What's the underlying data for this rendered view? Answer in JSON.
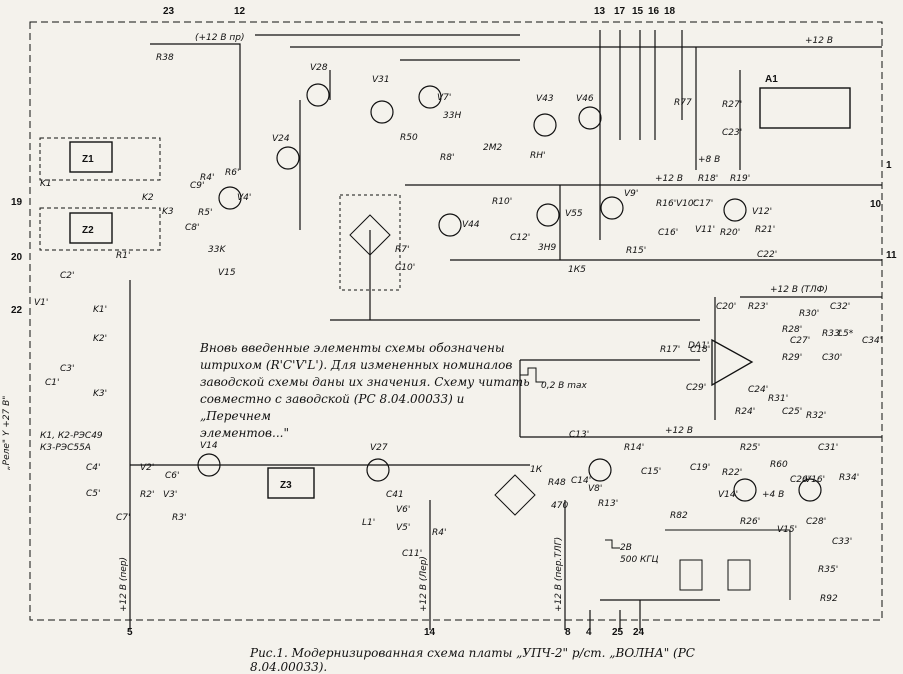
{
  "note": {
    "line1": "Вновь введенные элементы схемы обозначены",
    "line2": "штрихом (R'C'V'L').  Для измененных номиналов",
    "line3": "заводской схемы даны их значения. Схему читать",
    "line4": "совместно с заводской  (РС 8.04.00033) и „Перечнем",
    "line5": "элементов...\""
  },
  "caption": "Рис.1. Модернизированная схема платы „УПЧ-2\" р/ст. „ВОЛНА\" (РС 8.04.00033).",
  "legend": {
    "line1": "К1, К2-РЭС49",
    "line2": "К3-РЭС55А"
  },
  "relay_label": "„Реле\"  Y +27 В\"",
  "pins_top": [
    "23",
    "12",
    "13",
    "17",
    "15",
    "16",
    "18"
  ],
  "pins_left": [
    "19",
    "20",
    "22"
  ],
  "pins_right": [
    "1",
    "10",
    "11"
  ],
  "pins_bottom": [
    "5",
    "14",
    "8",
    "4",
    "25",
    "24"
  ],
  "supply_labels": {
    "top": "+12 В",
    "r38_supply": "(+12 В пр)",
    "mid": "+12 В",
    "plus8": "+8 В",
    "tlf": "+12 В (ТЛФ)",
    "lower": "+12 В",
    "v14b": "+4 В",
    "bus5": "+12 В (пер)",
    "bus14": "+12 В (Лер)",
    "bus8": "+12 В (пер.ТЛГ)"
  },
  "blocks": [
    "Z1",
    "Z2",
    "Z3",
    "A1",
    "DA1'"
  ],
  "transistors": [
    "V28",
    "V31",
    "V7'",
    "V43",
    "V46",
    "V24",
    "V4'",
    "V9'",
    "V44",
    "V55",
    "V12'",
    "V14",
    "V27",
    "V8'",
    "V14'",
    "V16'"
  ],
  "components": [
    "R38",
    "R4'",
    "R6'",
    "R5'",
    "C8'",
    "C9'",
    "33K",
    "V15",
    "R50",
    "33Н",
    "R8'",
    "2М2",
    "RН'",
    "R77",
    "R27'",
    "C23'",
    "R7'",
    "C10'",
    "R10'",
    "C12'",
    "3Н9",
    "1К5",
    "R16'",
    "V10'",
    "C17'",
    "C16'",
    "V11'",
    "R15'",
    "R20'",
    "R21'",
    "C22'",
    "R18'",
    "R19'",
    "C20'",
    "R23'",
    "R28'",
    "R30'",
    "C32'",
    "C27'",
    "R33'",
    "L5*",
    "C34'",
    "R29'",
    "C30'",
    "R17'",
    "C18'",
    "C29'",
    "C24'",
    "R31'",
    "R24'",
    "C25'",
    "R32'",
    "C13'",
    "R14'",
    "C14'",
    "C15'",
    "R48",
    "470",
    "R13'",
    "1К",
    "R25'",
    "C31'",
    "C19'",
    "R22'",
    "R60",
    "C26'",
    "R34'",
    "R26'",
    "V15'",
    "C28'",
    "C33'",
    "R82",
    "R35'",
    "R92",
    "C2'",
    "V1'",
    "K1'",
    "K2'",
    "C3'",
    "C1'",
    "K3'",
    "K1",
    "K2",
    "K3",
    "R1'",
    "C4'",
    "V2'",
    "C6'",
    "C5'",
    "R2'",
    "V3'",
    "C7'",
    "R3'",
    "C41",
    "V6'",
    "L1'",
    "V5'",
    "R4'",
    "C11'",
    "2В",
    "500 КГЦ",
    "0,2 В max"
  ],
  "colors": {
    "ink": "#111111",
    "paper": "#f4f2ec"
  }
}
